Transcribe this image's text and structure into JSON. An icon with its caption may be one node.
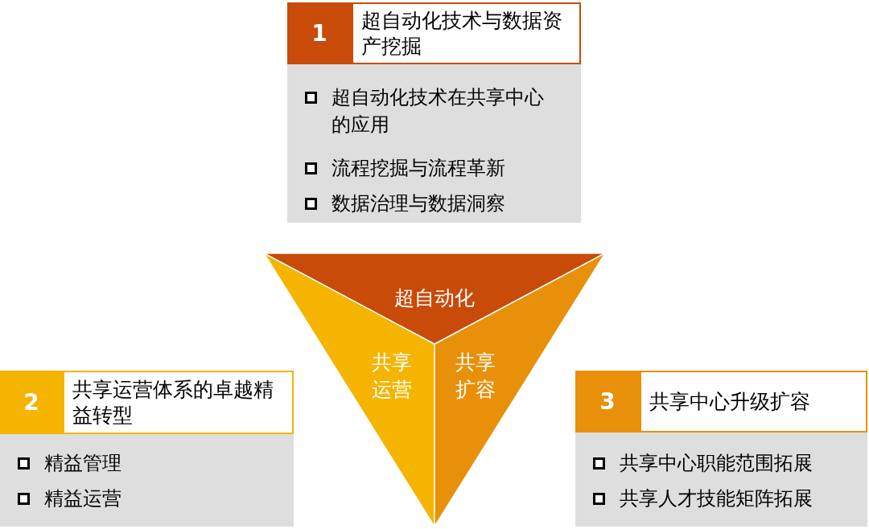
{
  "diagram": {
    "nodes": [
      {
        "text": [
          "1",
          "超自动化技术与数据资产挖掘"
        ]
      },
      {
        "text": [
          "超自动化技术在共享中心的应用",
          "流程挖掘与流程革新",
          "数据治理与数据洞察"
        ]
      },
      {
        "text": [
          "超自动化"
        ]
      },
      {
        "text": [
          "共享运营"
        ]
      },
      {
        "text": [
          "共享扩容"
        ]
      },
      {
        "text": [
          "2",
          "共享运营体系的卓越精益转型"
        ]
      },
      {
        "text": [
          "精益管理",
          "精益运营"
        ]
      },
      {
        "text": [
          "3",
          "共享中心升级扩容"
        ]
      },
      {
        "text": [
          "共享中心职能范围拓展",
          "共享人才技能矩阵拓展"
        ]
      }
    ],
    "edges": []
  }
}
